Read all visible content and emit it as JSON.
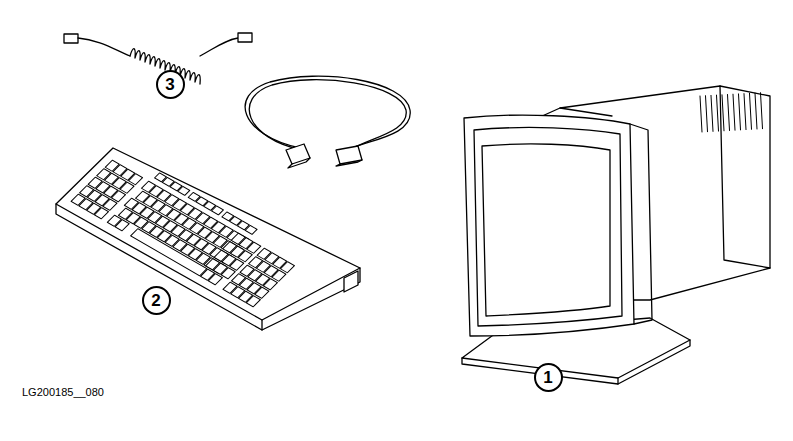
{
  "diagram": {
    "nodes": [
      {
        "text": [
          "3"
        ]
      },
      {
        "text": [
          "2"
        ]
      },
      {
        "text": [
          "1"
        ]
      }
    ],
    "labels": [
      "LG200185__080"
    ]
  }
}
